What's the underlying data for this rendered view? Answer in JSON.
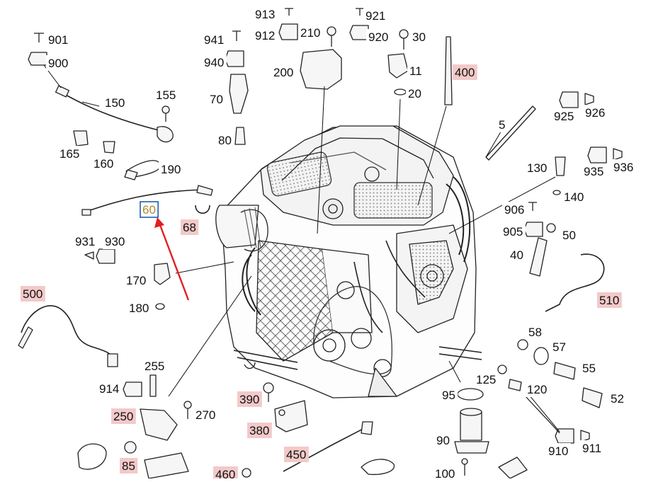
{
  "diagram": {
    "highlight_color": "#f3c9c9",
    "selection_color": "#1a5fb4",
    "selected_label_color": "#b08a2a",
    "arrow_color": "#e02020",
    "selected_callout": "60",
    "labels": [
      {
        "id": "913",
        "text": "913",
        "hl": false
      },
      {
        "id": "921",
        "text": "921",
        "hl": false
      },
      {
        "id": "901",
        "text": "901",
        "hl": false
      },
      {
        "id": "912",
        "text": "912",
        "hl": false
      },
      {
        "id": "210",
        "text": "210",
        "hl": false
      },
      {
        "id": "920",
        "text": "920",
        "hl": false
      },
      {
        "id": "30",
        "text": "30",
        "hl": false
      },
      {
        "id": "941",
        "text": "941",
        "hl": false
      },
      {
        "id": "900",
        "text": "900",
        "hl": false
      },
      {
        "id": "940",
        "text": "940",
        "hl": false
      },
      {
        "id": "200",
        "text": "200",
        "hl": false
      },
      {
        "id": "11",
        "text": "11",
        "hl": false
      },
      {
        "id": "400",
        "text": "400",
        "hl": true
      },
      {
        "id": "20",
        "text": "20",
        "hl": false
      },
      {
        "id": "155",
        "text": "155",
        "hl": false
      },
      {
        "id": "150",
        "text": "150",
        "hl": false
      },
      {
        "id": "70",
        "text": "70",
        "hl": false
      },
      {
        "id": "925",
        "text": "925",
        "hl": false
      },
      {
        "id": "926",
        "text": "926",
        "hl": false
      },
      {
        "id": "5",
        "text": "5",
        "hl": false
      },
      {
        "id": "80",
        "text": "80",
        "hl": false
      },
      {
        "id": "165",
        "text": "165",
        "hl": false
      },
      {
        "id": "160",
        "text": "160",
        "hl": false
      },
      {
        "id": "190",
        "text": "190",
        "hl": false
      },
      {
        "id": "130",
        "text": "130",
        "hl": false
      },
      {
        "id": "935",
        "text": "935",
        "hl": false
      },
      {
        "id": "936",
        "text": "936",
        "hl": false
      },
      {
        "id": "140",
        "text": "140",
        "hl": false
      },
      {
        "id": "60",
        "text": "60",
        "hl": false,
        "selected": true
      },
      {
        "id": "68",
        "text": "68",
        "hl": true
      },
      {
        "id": "906",
        "text": "906",
        "hl": false
      },
      {
        "id": "905",
        "text": "905",
        "hl": false
      },
      {
        "id": "50",
        "text": "50",
        "hl": false
      },
      {
        "id": "931",
        "text": "931",
        "hl": false
      },
      {
        "id": "930",
        "text": "930",
        "hl": false
      },
      {
        "id": "40",
        "text": "40",
        "hl": false
      },
      {
        "id": "170",
        "text": "170",
        "hl": false
      },
      {
        "id": "500",
        "text": "500",
        "hl": true
      },
      {
        "id": "510",
        "text": "510",
        "hl": true
      },
      {
        "id": "180",
        "text": "180",
        "hl": false
      },
      {
        "id": "58",
        "text": "58",
        "hl": false
      },
      {
        "id": "57",
        "text": "57",
        "hl": false
      },
      {
        "id": "255",
        "text": "255",
        "hl": false
      },
      {
        "id": "55",
        "text": "55",
        "hl": false
      },
      {
        "id": "914",
        "text": "914",
        "hl": false
      },
      {
        "id": "125",
        "text": "125",
        "hl": false
      },
      {
        "id": "120",
        "text": "120",
        "hl": false
      },
      {
        "id": "95",
        "text": "95",
        "hl": false
      },
      {
        "id": "390",
        "text": "390",
        "hl": true
      },
      {
        "id": "52",
        "text": "52",
        "hl": false
      },
      {
        "id": "250",
        "text": "250",
        "hl": true
      },
      {
        "id": "270",
        "text": "270",
        "hl": false
      },
      {
        "id": "380",
        "text": "380",
        "hl": true
      },
      {
        "id": "90",
        "text": "90",
        "hl": false
      },
      {
        "id": "910",
        "text": "910",
        "hl": false
      },
      {
        "id": "911",
        "text": "911",
        "hl": false
      },
      {
        "id": "450",
        "text": "450",
        "hl": true
      },
      {
        "id": "85",
        "text": "85",
        "hl": true
      },
      {
        "id": "100",
        "text": "100",
        "hl": false
      },
      {
        "id": "460",
        "text": "460",
        "hl": true
      }
    ]
  }
}
